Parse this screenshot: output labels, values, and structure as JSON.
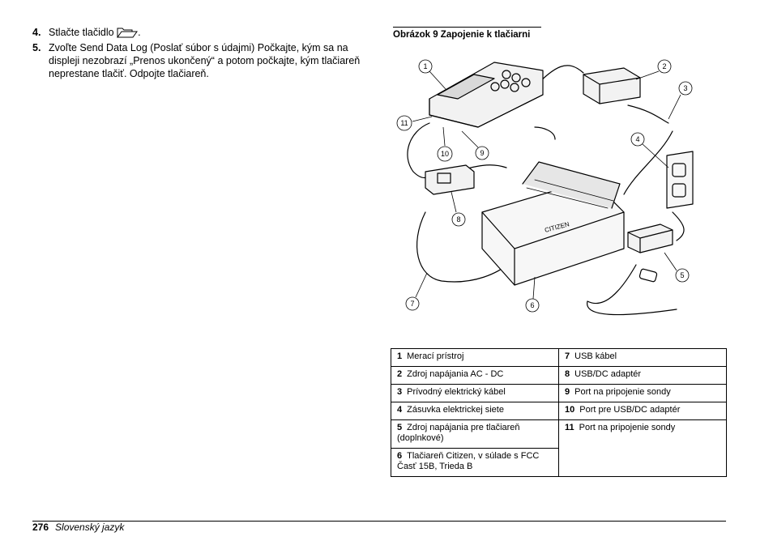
{
  "steps": [
    {
      "number": "4.",
      "text_before": "Stlačte tlačidlo",
      "icon": "folder-icon",
      "text_after": "."
    },
    {
      "number": "5.",
      "text": "Zvoľte Send Data Log (Poslať súbor s údajmi) Počkajte, kým sa na displeji nezobrazí „Prenos ukončený“ a potom počkajte, kým tlačiareň neprestane tlačiť. Odpojte tlačiareň."
    }
  ],
  "figure": {
    "caption": "Obrázok 9  Zapojenie k tlačiarni",
    "brand_label": "CITIZEN",
    "callouts": [
      "1",
      "2",
      "3",
      "4",
      "5",
      "6",
      "7",
      "8",
      "9",
      "10",
      "11"
    ]
  },
  "legend": {
    "rows": [
      {
        "left": {
          "num": "1",
          "text": "Merací prístroj"
        },
        "right": {
          "num": "7",
          "text": "USB kábel"
        }
      },
      {
        "left": {
          "num": "2",
          "text": "Zdroj napájania AC - DC"
        },
        "right": {
          "num": "8",
          "text": "USB/DC adaptér"
        }
      },
      {
        "left": {
          "num": "3",
          "text": "Prívodný elektrický kábel"
        },
        "right": {
          "num": "9",
          "text": "Port na pripojenie sondy"
        }
      },
      {
        "left": {
          "num": "4",
          "text": "Zásuvka elektrickej siete"
        },
        "right": {
          "num": "10",
          "text": "Port pre USB/DC adaptér"
        }
      },
      {
        "left": {
          "num": "5",
          "text": "Zdroj napájania pre tlačiareň (doplnkové)"
        },
        "right": {
          "num": "11",
          "text": "Port na pripojenie sondy"
        }
      },
      {
        "left": {
          "num": "6",
          "text": "Tlačiareň Citizen, v súlade s FCC Časť 15B, Trieda B"
        }
      }
    ]
  },
  "footer": {
    "page_number": "276",
    "language": "Slovenský jazyk"
  }
}
